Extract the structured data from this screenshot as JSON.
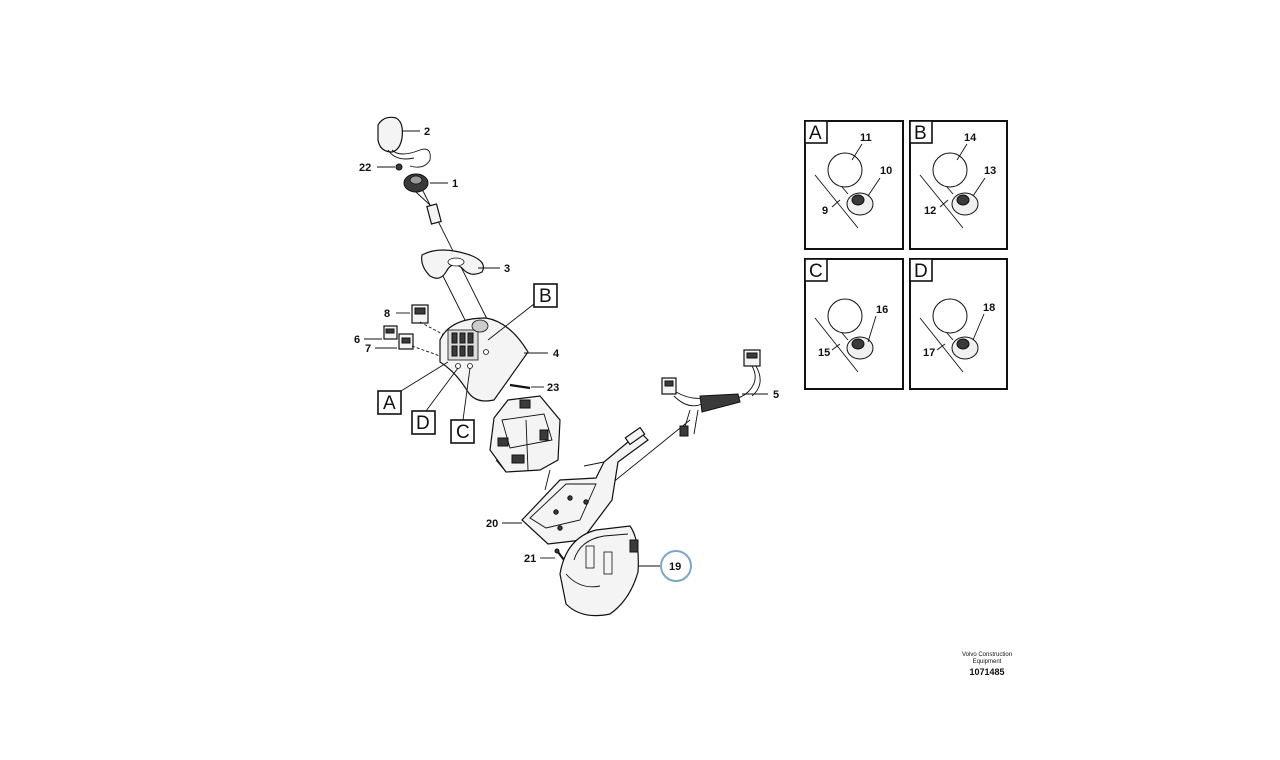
{
  "labels": {
    "p1": "1",
    "p2": "2",
    "p3": "3",
    "p4": "4",
    "p5": "5",
    "p6": "6",
    "p7": "7",
    "p8": "8",
    "p9": "9",
    "p10": "10",
    "p11": "11",
    "p12": "12",
    "p13": "13",
    "p14": "14",
    "p15": "15",
    "p16": "16",
    "p17": "17",
    "p18": "18",
    "p19": "19",
    "p20": "20",
    "p21": "21",
    "p22": "22",
    "p23": "23"
  },
  "callouts": {
    "A": "A",
    "B": "B",
    "C": "C",
    "D": "D"
  },
  "detail_panels": [
    {
      "letter": "A",
      "top": "11",
      "mid": "10",
      "low": "9"
    },
    {
      "letter": "B",
      "top": "14",
      "mid": "13",
      "low": "12"
    },
    {
      "letter": "C",
      "mid": "16",
      "low": "15"
    },
    {
      "letter": "D",
      "mid": "18",
      "low": "17"
    }
  ],
  "highlight_color": "#7fa6c9",
  "footer": {
    "brand_line1": "Volvo Construction",
    "brand_line2": "Equipment",
    "drawing_number": "1071485"
  }
}
